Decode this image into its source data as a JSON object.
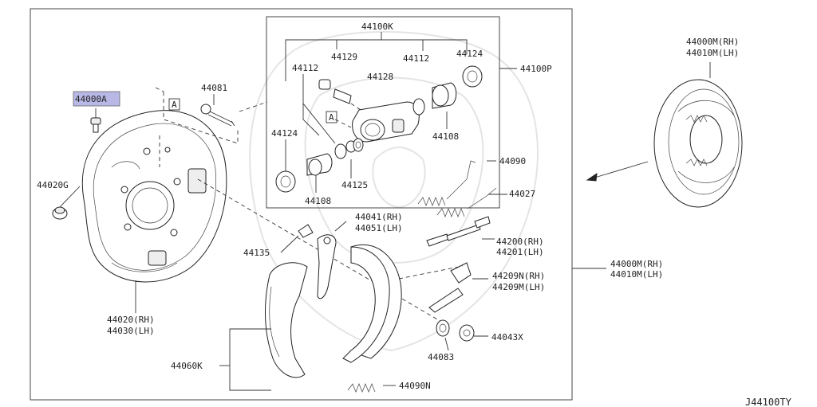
{
  "diagram_code": "J44100TY",
  "highlight_color": "#b8b8e6",
  "labels": {
    "p44000A": "44000A",
    "p44081": "44081",
    "p44020G": "44020G",
    "p44020": "44020(RH)",
    "p44030": "44030(LH)",
    "p44100K": "44100K",
    "p44112a": "44112",
    "p44129": "44129",
    "p44128": "44128",
    "p44112b": "44112",
    "p44124a": "44124",
    "p44100P": "44100P",
    "p44124b": "44124",
    "p44108a": "44108",
    "p44125": "44125",
    "p44108b": "44108",
    "refA1": "A",
    "refA2": "A",
    "p44000M_top": "44000M(RH)",
    "p44010M_top": "44010M(LH)",
    "p44090": "44090",
    "p44027": "44027",
    "p44041": "44041(RH)",
    "p44051": "44051(LH)",
    "p44200": "44200(RH)",
    "p44201": "44201(LH)",
    "p44135": "44135",
    "p44000M": "44000M(RH)",
    "p44010M": "44010M(LH)",
    "p44209N": "44209N(RH)",
    "p44209M": "44209M(LH)",
    "p44043X": "44043X",
    "p44083": "44083",
    "p44060K": "44060K",
    "p44090N": "44090N"
  }
}
